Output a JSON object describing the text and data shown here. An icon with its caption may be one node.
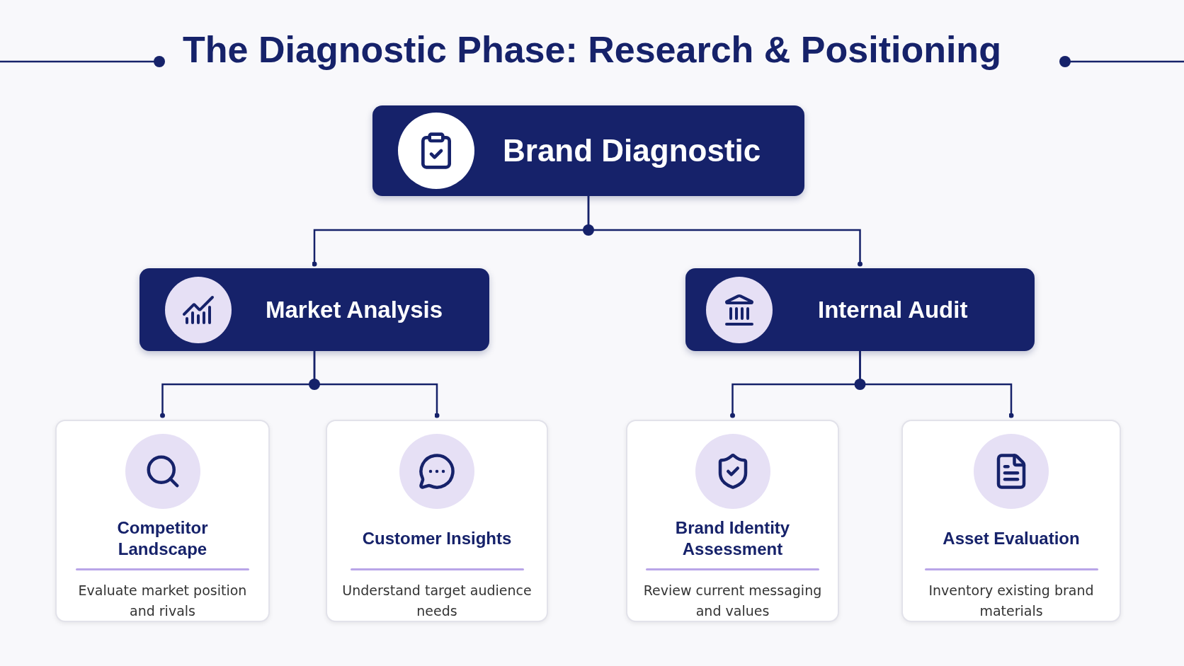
{
  "diagram": {
    "title": "The Diagnostic Phase: Research & Positioning",
    "nodes": [
      {
        "text": [
          "Brand Diagnostic"
        ]
      },
      {
        "text": [
          "Market Analysis"
        ]
      },
      {
        "text": [
          "Internal Audit"
        ]
      },
      {
        "text": [
          "Competitor Landscape",
          "Evaluate market position and rivals"
        ]
      },
      {
        "text": [
          "Customer Insights",
          "Understand target audience needs"
        ]
      },
      {
        "text": [
          "Brand Identity Assessment",
          "Review current messaging and values"
        ]
      },
      {
        "text": [
          "Asset Evaluation",
          "Inventory existing brand materials"
        ]
      }
    ],
    "edges": [
      {
        "from": 0,
        "to": 1,
        "arrow": "other"
      },
      {
        "from": 0,
        "to": 2,
        "arrow": "other"
      },
      {
        "from": 1,
        "to": 3,
        "arrow": "other"
      },
      {
        "from": 1,
        "to": 4,
        "arrow": "other"
      },
      {
        "from": 2,
        "to": 5,
        "arrow": "other"
      },
      {
        "from": 2,
        "to": 6,
        "arrow": "other"
      }
    ]
  }
}
